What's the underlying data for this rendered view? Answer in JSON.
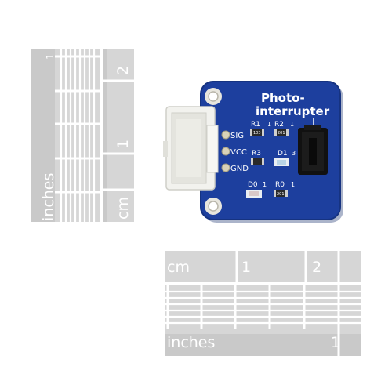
{
  "vertical_ruler": {
    "inches_label": "inches",
    "inch_1": "1",
    "cm_label": "cm",
    "cm_1": "1",
    "cm_2": "2"
  },
  "horizontal_ruler": {
    "cm_label": "cm",
    "cm_1": "1",
    "cm_2": "2",
    "inches_label": "inches",
    "inch_1": "1"
  },
  "board": {
    "title_line1": "Photo-",
    "title_line2": "interrupter",
    "pin_sig": "SIG",
    "pin_vcc": "VCC",
    "pin_gnd": "GND",
    "r1": "R1",
    "r2": "R2",
    "r3": "R3",
    "d1": "D1",
    "d0": "D0",
    "r0": "R0",
    "mark_1a": "1",
    "mark_1b": "1",
    "mark_3": "3",
    "mark_1c": "1",
    "mark_1d": "1",
    "res_code_a": "103",
    "res_code_b": "201",
    "res_code_c": "201",
    "colors": {
      "pcb": "#1d3f9e",
      "pcb_edge": "#163381",
      "connector": "#f2f2ee"
    }
  }
}
